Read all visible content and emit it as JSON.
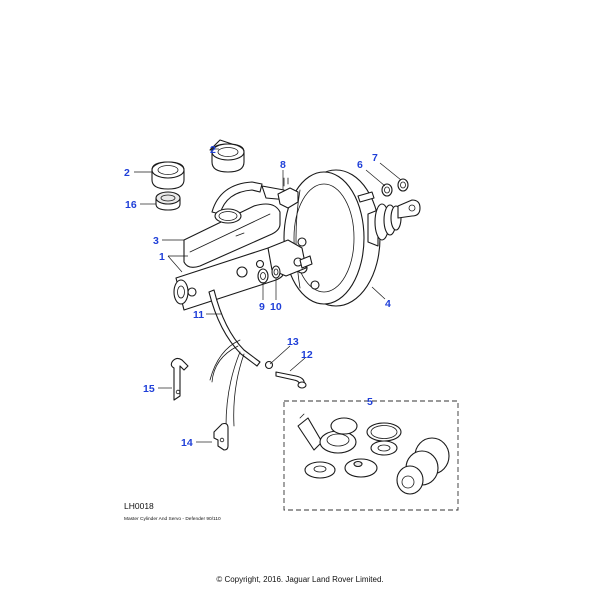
{
  "diagram": {
    "ref_code": "LH0018",
    "caption": "Master Cylinder And Servo - Defender 90/110",
    "copyright": "© Copyright, 2016. Jaguar Land Rover Limited.",
    "callouts": {
      "c1": "1",
      "c2a": "2",
      "c2b": "2",
      "c3": "3",
      "c4": "4",
      "c5": "5",
      "c6": "6",
      "c7": "7",
      "c8": "8",
      "c9": "9",
      "c10": "10",
      "c11": "11",
      "c12": "12",
      "c13": "13",
      "c14": "14",
      "c15": "15",
      "c16": "16"
    },
    "colors": {
      "callout": "#1f3fd8",
      "line": "#1a1a1a"
    }
  }
}
